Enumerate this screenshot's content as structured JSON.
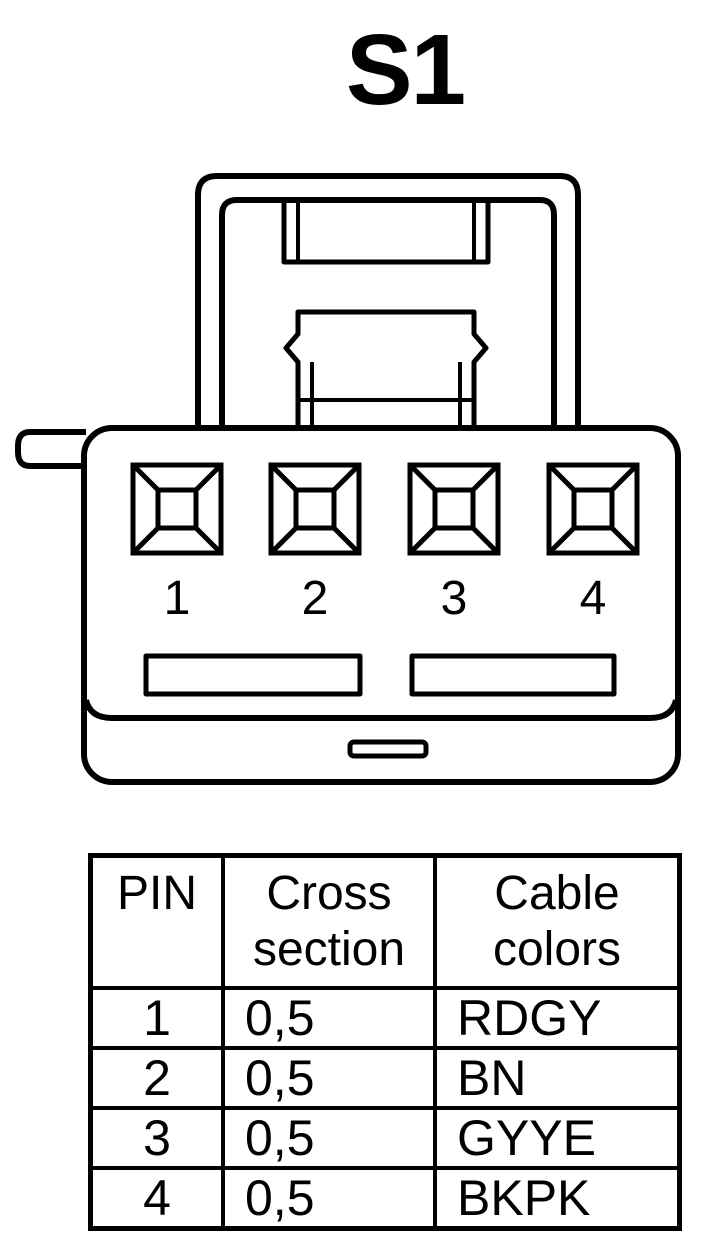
{
  "title": "S1",
  "connector": {
    "pin_numbers": [
      "1",
      "2",
      "3",
      "4"
    ]
  },
  "table": {
    "headers": {
      "pin": "PIN",
      "cross_line1": "Cross",
      "cross_line2": "section",
      "cable_line1": "Cable",
      "cable_line2": "colors"
    },
    "rows": [
      {
        "pin": "1",
        "cross_section": "0,5",
        "cable_color": "RDGY"
      },
      {
        "pin": "2",
        "cross_section": "0,5",
        "cable_color": "BN"
      },
      {
        "pin": "3",
        "cross_section": "0,5",
        "cable_color": "GYYE"
      },
      {
        "pin": "4",
        "cross_section": "0,5",
        "cable_color": "BKPK"
      }
    ]
  }
}
